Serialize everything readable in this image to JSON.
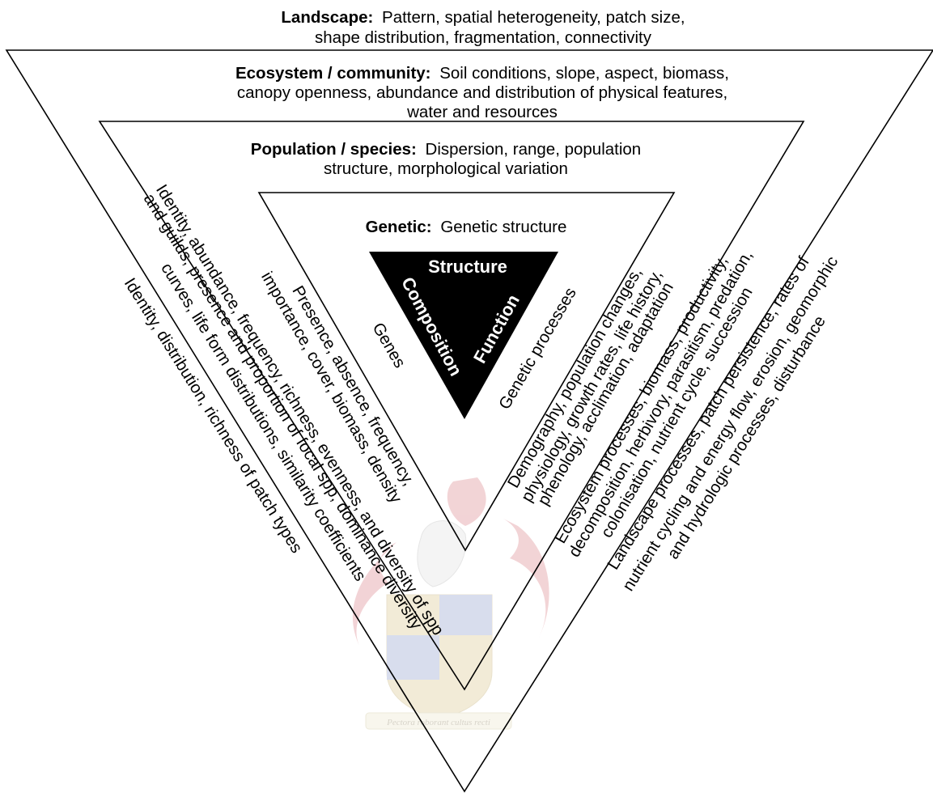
{
  "levels": {
    "landscape": {
      "term": "Landscape:",
      "line1": "Pattern, spatial heterogeneity, patch size,",
      "line2": "shape distribution, fragmentation, connectivity"
    },
    "ecosystem": {
      "term": "Ecosystem / community:",
      "line1": "Soil conditions, slope, aspect, biomass,",
      "line2": "canopy openness, abundance and distribution of physical features,",
      "line3": "water and resources"
    },
    "population": {
      "term": "Population / species:",
      "line1": "Dispersion, range, population",
      "line2": "structure, morphological variation"
    },
    "genetic": {
      "term": "Genetic:",
      "line1": "Genetic structure"
    }
  },
  "core": {
    "structure": "Structure",
    "composition": "Composition",
    "function": "Function"
  },
  "composition_side": {
    "genes": "Genes",
    "population_line1": "Presence, absence, frequency,",
    "population_line2": "importance, cover, biomass, density",
    "ecosystem_line1": "Identity, abundance, frequency, richness, evenness, and diversity of spp",
    "ecosystem_line2": "and guilds, presence and proportion of focal spp, dominance diversity",
    "ecosystem_line3": "curves, life form distributions, similarity coefficients",
    "landscape_line1": "Identity, distribution, richness of patch types"
  },
  "function_side": {
    "genetic": "Genetic processes",
    "population_line1": "Demography, population changes,",
    "population_line2": "physiology, growth rates, life history,",
    "population_line3": "phenology, acclimation, adaptation",
    "ecosystem_line1": "Ecosystem processes, biomass, productivity,",
    "ecosystem_line2": "decomposition, herbivory, parasitism, predation,",
    "ecosystem_line3": "colonisation, nutrient cycle, succession",
    "landscape_line1": "Landscape processes, patch persistence, rates of",
    "landscape_line2": "nutrient cycling and energy flow, erosion, geomorphic",
    "landscape_line3": "and hydrologic processes, disturbance"
  },
  "watermark": {
    "motto": "Pectora roborant cultus recti"
  },
  "colors": {
    "core_fill": "#000000",
    "watermark_red": "#e3a0a5",
    "watermark_blue": "#a9b5d9",
    "watermark_gold": "#e4d3a8"
  }
}
